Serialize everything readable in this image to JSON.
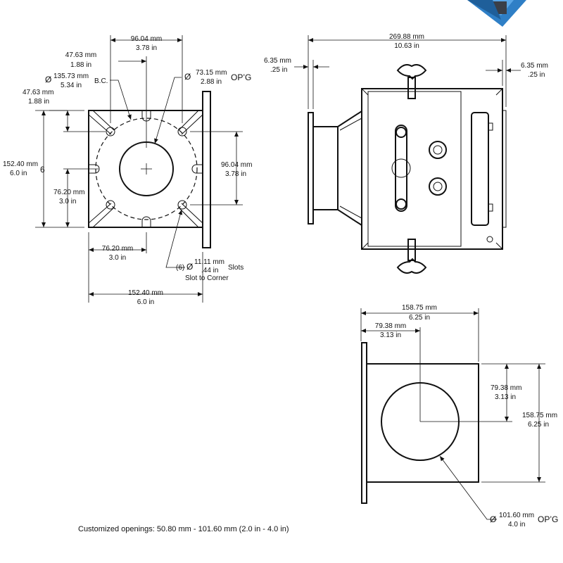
{
  "front_view": {
    "dim_96_mm": "96.04 mm",
    "dim_96_in": "3.78 in",
    "dim_4763a_mm": "47.63 mm",
    "dim_4763a_in": "1.88 in",
    "bc_phi": "Ø",
    "bc_mm": "135.73 mm",
    "bc_in": "5.34 in",
    "bc_label": "B.C.",
    "dim_4763b_mm": "47.63 mm",
    "dim_4763b_in": "1.88 in",
    "open_phi": "Ø",
    "open_mm": "73.15 mm",
    "open_in": "2.88 in",
    "open_label": "OP’G",
    "dim_15240v_mm": "152.40 mm",
    "dim_15240v_in": "6.0 in",
    "dim_7620v_mm": "76.20 mm",
    "dim_7620v_in": "3.0 in",
    "dim_9604r_mm": "96.04 mm",
    "dim_9604r_in": "3.78 in",
    "dim_7620h_mm": "76.20 mm",
    "dim_7620h_in": "3.0 in",
    "slot_count": "(6)",
    "slot_phi": "Ø",
    "slot_mm": "11.11 mm",
    "slot_in": ".44 in",
    "slot_label": "Slots",
    "slot_corner": "Slot to Corner",
    "dim_15240h_mm": "152.40 mm",
    "dim_15240h_in": "6.0 in",
    "left_mark": "6"
  },
  "side_view": {
    "overall_mm": "269.88 mm",
    "overall_in": "10.63 in",
    "left_mm": "6.35 mm",
    "left_in": ".25 in",
    "right_mm": "6.35 mm",
    "right_in": ".25 in"
  },
  "end_view": {
    "width_mm": "158.75 mm",
    "width_in": "6.25 in",
    "half_w_mm": "79.38 mm",
    "half_w_in": "3.13 in",
    "half_h_mm": "79.38 mm",
    "half_h_in": "3.13 in",
    "height_mm": "158.75 mm",
    "height_in": "6.25 in",
    "open_phi": "Ø",
    "open_mm": "101.60 mm",
    "open_in": "4.0 in",
    "open_label": "OP’G"
  },
  "footer": "Customized openings: 50.80 mm - 101.60 mm  (2.0 in  - 4.0 in)",
  "colors": {
    "line": "#111111",
    "logo_blue": "#2f7fc6",
    "logo_dark": "#3a3f48"
  }
}
